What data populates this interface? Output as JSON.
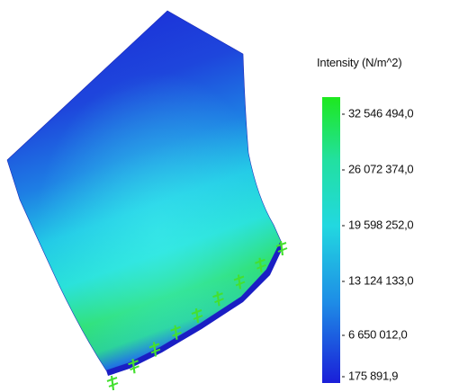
{
  "legend": {
    "title": "Intensity (N/m^2)",
    "ticks": [
      "32 546 494,0",
      "26 072 374,0",
      "19 598 252,0",
      "13 124 133,0",
      "6 650 012,0",
      "175 891,9"
    ],
    "colors": {
      "max": "#1ee81e",
      "upper": "#22e0a0",
      "mid": "#22d8e0",
      "lower": "#1e8ce6",
      "min": "#1a1ed8"
    }
  },
  "model": {
    "fixture_count": 9,
    "fixture_color": "#44e030"
  }
}
